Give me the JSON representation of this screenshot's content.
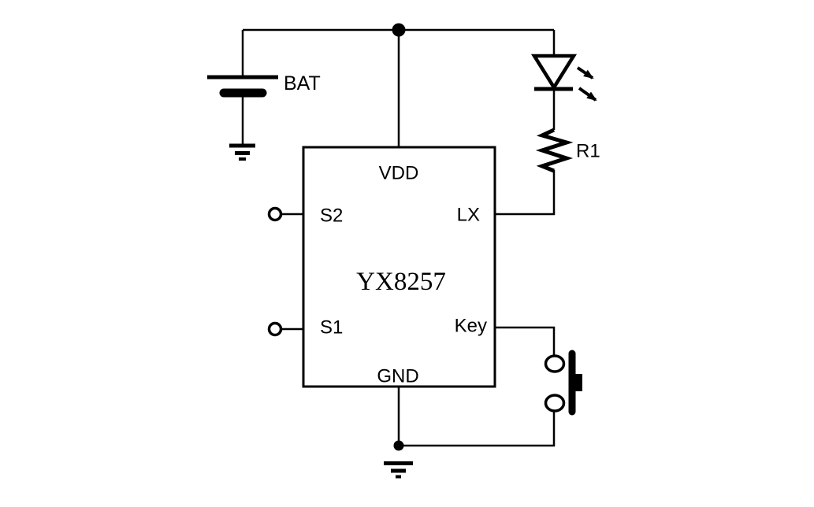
{
  "diagram": {
    "type": "schematic",
    "colors": {
      "line": "#000000",
      "background": "#ffffff"
    },
    "ic": {
      "part_number": "YX8257",
      "pins": {
        "vdd": "VDD",
        "s2": "S2",
        "s1": "S1",
        "lx": "LX",
        "key": "Key",
        "gnd": "GND"
      }
    },
    "battery": {
      "label": "BAT"
    },
    "resistor": {
      "label": "R1"
    },
    "led": {
      "name": "led-indicator"
    },
    "push_button": {
      "name": "key-push-button"
    }
  }
}
